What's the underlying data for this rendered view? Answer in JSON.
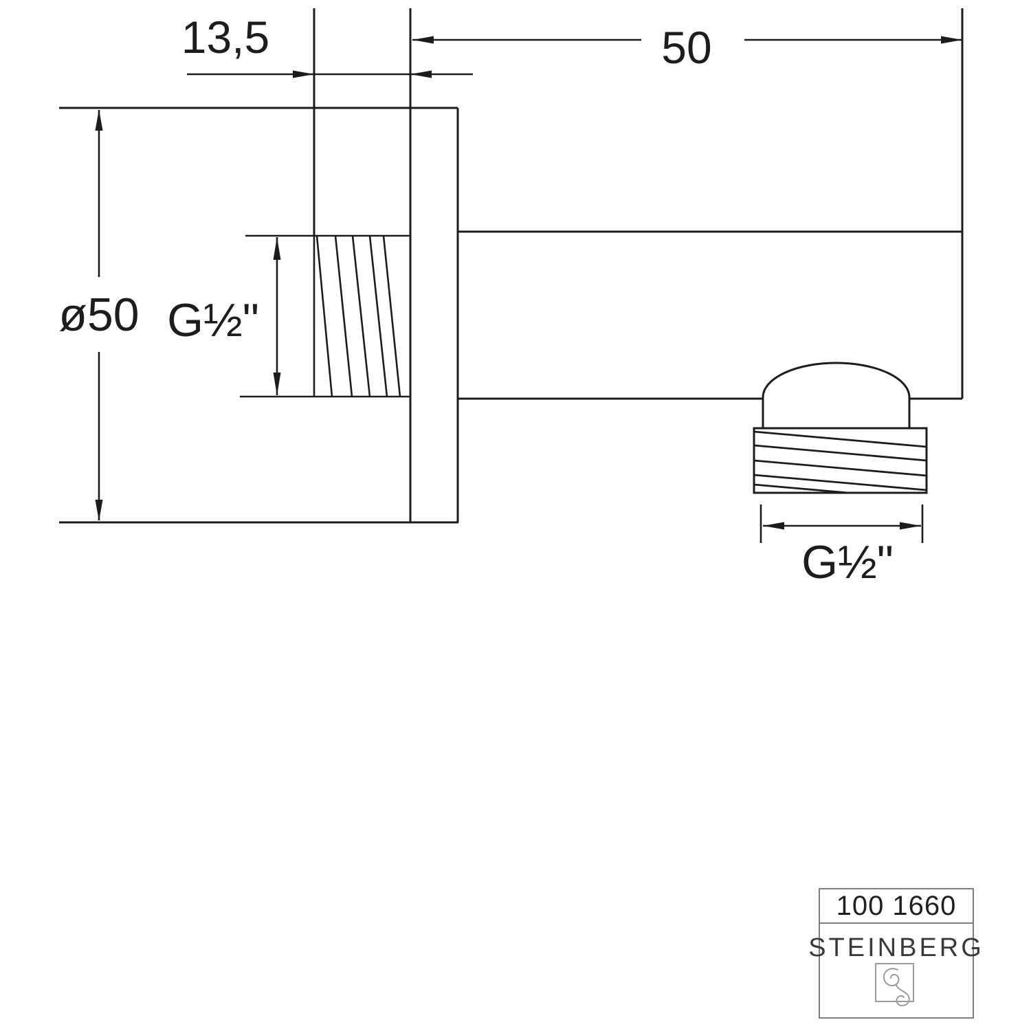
{
  "drawing": {
    "line_color": "#1c1c1c",
    "dimensions": {
      "wall_clearance": {
        "label": "13,5"
      },
      "projection": {
        "label": "50"
      },
      "plate_diameter": {
        "label": "ø50"
      },
      "inlet_thread": {
        "label": "G½\""
      },
      "outlet_thread": {
        "label": "G½\""
      }
    },
    "title_block": {
      "article_number": "100 1660",
      "brand": "STEINBERG",
      "logo_icon": "steinberg-s-swirl",
      "border_color": "#7d7d7d",
      "article_color": "#1f1f1f",
      "brand_color": "#3a3a3a",
      "logo_color": "#9b9b9b"
    }
  }
}
